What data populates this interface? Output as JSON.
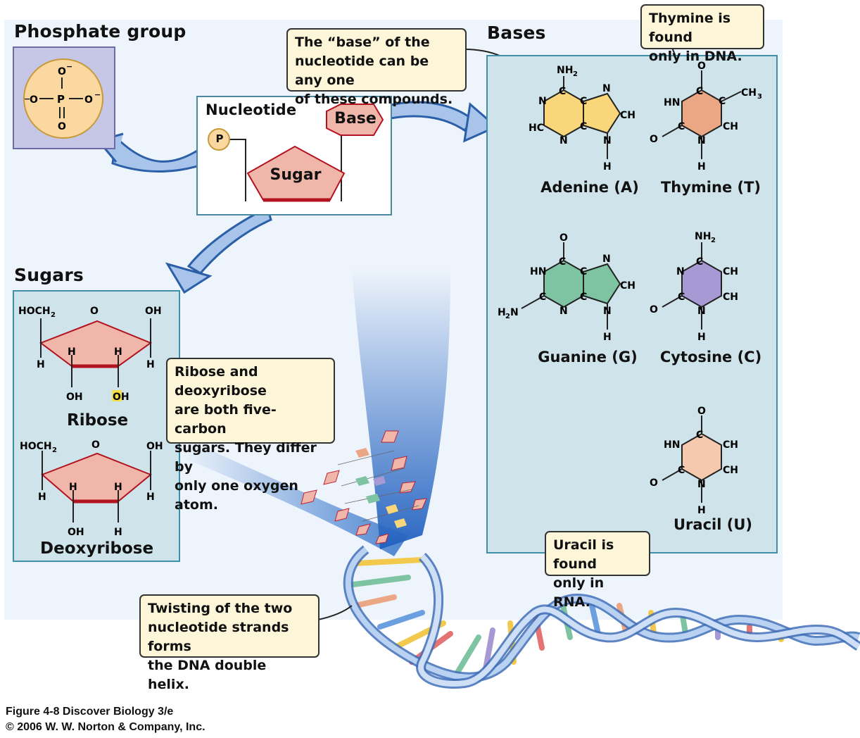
{
  "headings": {
    "phosphate_group": "Phosphate group",
    "nucleotide": "Nucleotide",
    "bases": "Bases",
    "sugars": "Sugars"
  },
  "nucleotide_parts": {
    "phosphate": "P",
    "sugar": "Sugar",
    "base": "Base"
  },
  "callouts": {
    "base_note": [
      "The “base” of the",
      "nucleotide can be any one",
      "of these compounds."
    ],
    "thymine_note": [
      "Thymine is found",
      "only in DNA."
    ],
    "uracil_note": [
      "Uracil is found",
      "only in RNA."
    ],
    "sugar_note": [
      "Ribose and deoxyribose",
      "are both five-carbon",
      "sugars. They differ by",
      "only one oxygen atom."
    ],
    "helix_note": [
      "Twisting of the two",
      "nucleotide strands forms",
      "the DNA double helix."
    ]
  },
  "bases": {
    "adenine": "Adenine (A)",
    "thymine": "Thymine (T)",
    "guanine": "Guanine (G)",
    "cytosine": "Cytosine (C)",
    "uracil": "Uracil (U)"
  },
  "sugars": {
    "ribose": "Ribose",
    "deoxyribose": "Deoxyribose"
  },
  "caption": {
    "line1": "Figure 4-8  Discover Biology 3/e",
    "line2": "© 2006 W. W. Norton & Company, Inc."
  },
  "colors": {
    "adenine": "#f9d67a",
    "thymine": "#eba784",
    "guanine": "#7ec4a2",
    "cytosine": "#a79ad4",
    "uracil": "#f5c9ad",
    "sugar": "#f0b6aa",
    "phosphate": "#fbd8a0",
    "panel": "#cfe3ea",
    "arrow": "#a8c4ea"
  }
}
